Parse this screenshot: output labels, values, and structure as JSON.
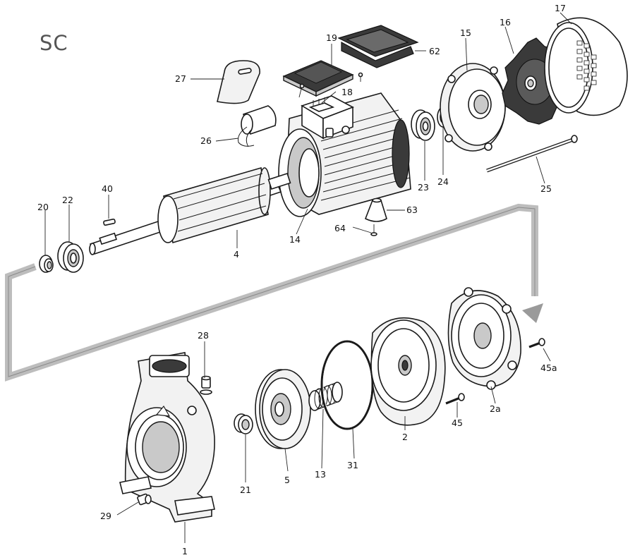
{
  "title": "SC",
  "parts": [
    {
      "id": "p1",
      "label": "1"
    },
    {
      "id": "p2",
      "label": "2"
    },
    {
      "id": "p2a",
      "label": "2a"
    },
    {
      "id": "p4",
      "label": "4"
    },
    {
      "id": "p5",
      "label": "5"
    },
    {
      "id": "p13",
      "label": "13"
    },
    {
      "id": "p14",
      "label": "14"
    },
    {
      "id": "p15",
      "label": "15"
    },
    {
      "id": "p16",
      "label": "16"
    },
    {
      "id": "p17",
      "label": "17"
    },
    {
      "id": "p18",
      "label": "18"
    },
    {
      "id": "p19",
      "label": "19"
    },
    {
      "id": "p20",
      "label": "20"
    },
    {
      "id": "p21",
      "label": "21"
    },
    {
      "id": "p22",
      "label": "22"
    },
    {
      "id": "p23",
      "label": "23"
    },
    {
      "id": "p24",
      "label": "24"
    },
    {
      "id": "p25",
      "label": "25"
    },
    {
      "id": "p26",
      "label": "26"
    },
    {
      "id": "p27",
      "label": "27"
    },
    {
      "id": "p28",
      "label": "28"
    },
    {
      "id": "p29",
      "label": "29"
    },
    {
      "id": "p31",
      "label": "31"
    },
    {
      "id": "p40",
      "label": "40"
    },
    {
      "id": "p45",
      "label": "45"
    },
    {
      "id": "p45a",
      "label": "45a"
    },
    {
      "id": "p62",
      "label": "62"
    },
    {
      "id": "p63",
      "label": "63"
    },
    {
      "id": "p64",
      "label": "64"
    }
  ]
}
